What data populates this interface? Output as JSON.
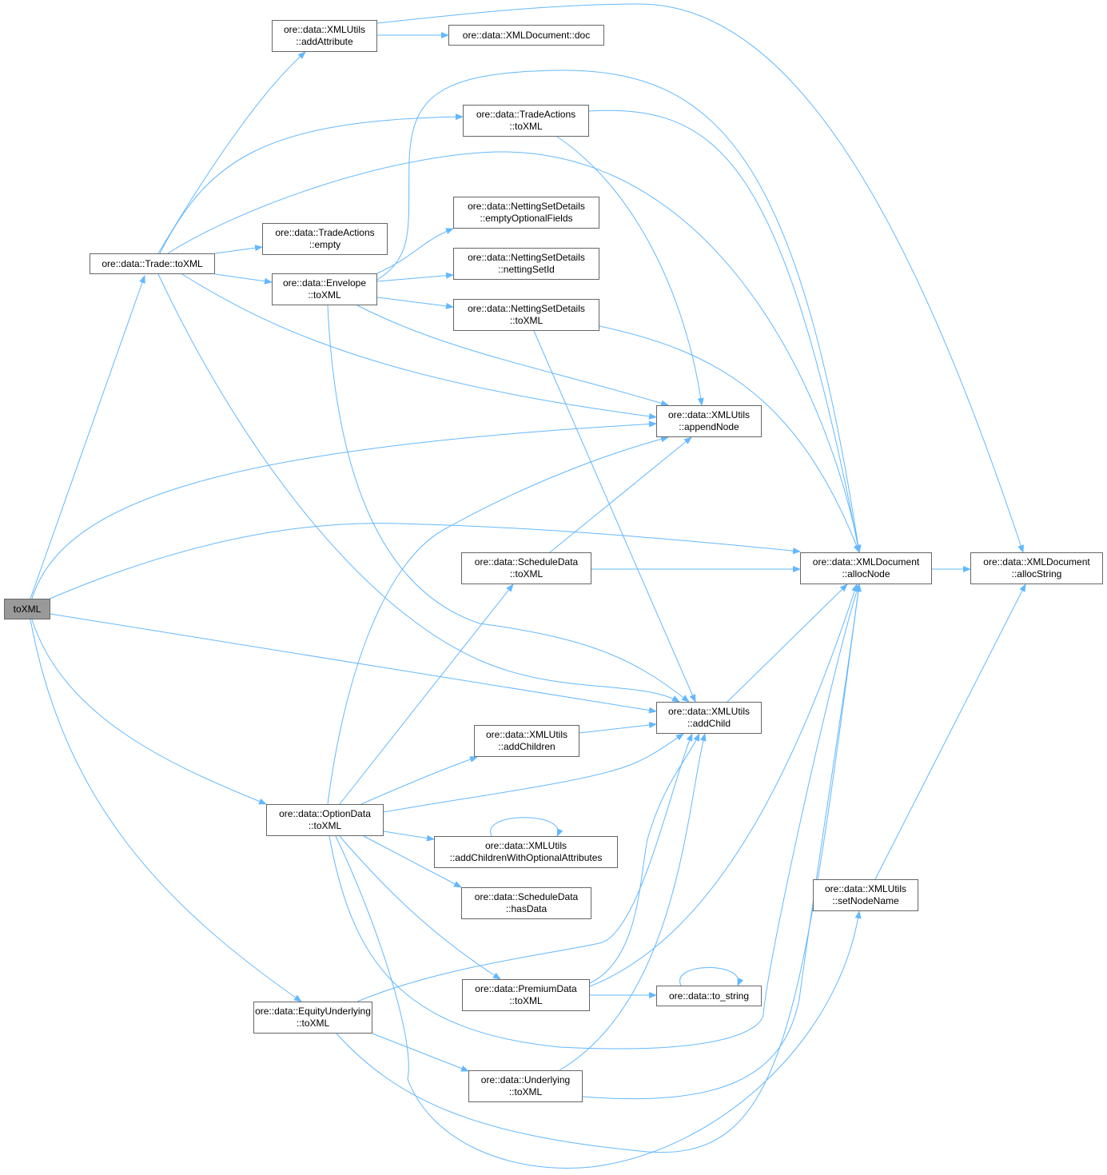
{
  "diagram": {
    "type": "call-graph",
    "edge_color": "#63b8ff",
    "root_fill": "#999999",
    "nodes": {
      "root": {
        "lines": [
          "toXML"
        ]
      },
      "trade_toxml": {
        "lines": [
          "ore::data::Trade::toXML"
        ]
      },
      "add_attribute": {
        "lines": [
          "ore::data::XMLUtils",
          "::addAttribute"
        ]
      },
      "doc": {
        "lines": [
          "ore::data::XMLDocument::doc"
        ]
      },
      "tradeactions_toxml": {
        "lines": [
          "ore::data::TradeActions",
          "::toXML"
        ]
      },
      "tradeactions_empty": {
        "lines": [
          "ore::data::TradeActions",
          "::empty"
        ]
      },
      "nsd_empty_optional": {
        "lines": [
          "ore::data::NettingSetDetails",
          "::emptyOptionalFields"
        ]
      },
      "envelope_toxml": {
        "lines": [
          "ore::data::Envelope",
          "::toXML"
        ]
      },
      "nsd_nettingsetid": {
        "lines": [
          "ore::data::NettingSetDetails",
          "::nettingSetId"
        ]
      },
      "nsd_toxml": {
        "lines": [
          "ore::data::NettingSetDetails",
          "::toXML"
        ]
      },
      "append_node": {
        "lines": [
          "ore::data::XMLUtils",
          "::appendNode"
        ]
      },
      "scheduledata_toxml": {
        "lines": [
          "ore::data::ScheduleData",
          "::toXML"
        ]
      },
      "alloc_node": {
        "lines": [
          "ore::data::XMLDocument",
          "::allocNode"
        ]
      },
      "alloc_string": {
        "lines": [
          "ore::data::XMLDocument",
          "::allocString"
        ]
      },
      "add_child": {
        "lines": [
          "ore::data::XMLUtils",
          "::addChild"
        ]
      },
      "add_children": {
        "lines": [
          "ore::data::XMLUtils",
          "::addChildren"
        ]
      },
      "optiondata_toxml": {
        "lines": [
          "ore::data::OptionData",
          "::toXML"
        ]
      },
      "add_children_opt": {
        "lines": [
          "ore::data::XMLUtils",
          "::addChildrenWithOptionalAttributes"
        ]
      },
      "scheduledata_hasdata": {
        "lines": [
          "ore::data::ScheduleData",
          "::hasData"
        ]
      },
      "set_node_name": {
        "lines": [
          "ore::data::XMLUtils",
          "::setNodeName"
        ]
      },
      "premiumdata_toxml": {
        "lines": [
          "ore::data::PremiumData",
          "::toXML"
        ]
      },
      "to_string": {
        "lines": [
          "ore::data::to_string"
        ]
      },
      "equityunderlying_toxml": {
        "lines": [
          "ore::data::EquityUnderlying",
          "::toXML"
        ]
      },
      "underlying_toxml": {
        "lines": [
          "ore::data::Underlying",
          "::toXML"
        ]
      }
    }
  }
}
